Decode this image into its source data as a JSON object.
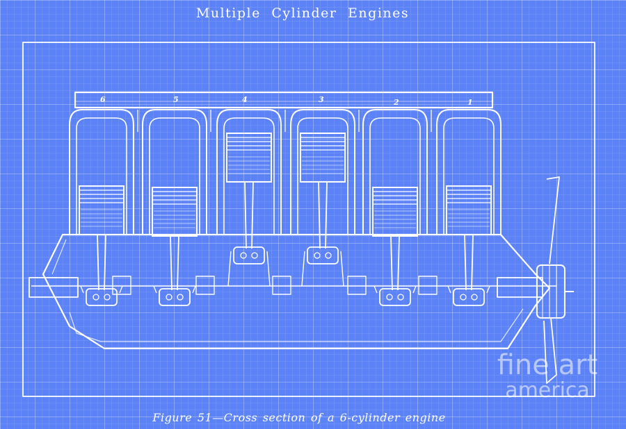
{
  "page": {
    "title": "Multiple Cylinder Engines",
    "caption": "Figure 51—Cross section of a 6-cylinder engine"
  },
  "cylinder_labels": [
    "6",
    "5",
    "4",
    "3",
    "2",
    "1"
  ],
  "watermark": {
    "line1": "fine art",
    "line2": "america"
  },
  "colors": {
    "background": "#5b82f6",
    "lines": "#ffffff"
  }
}
